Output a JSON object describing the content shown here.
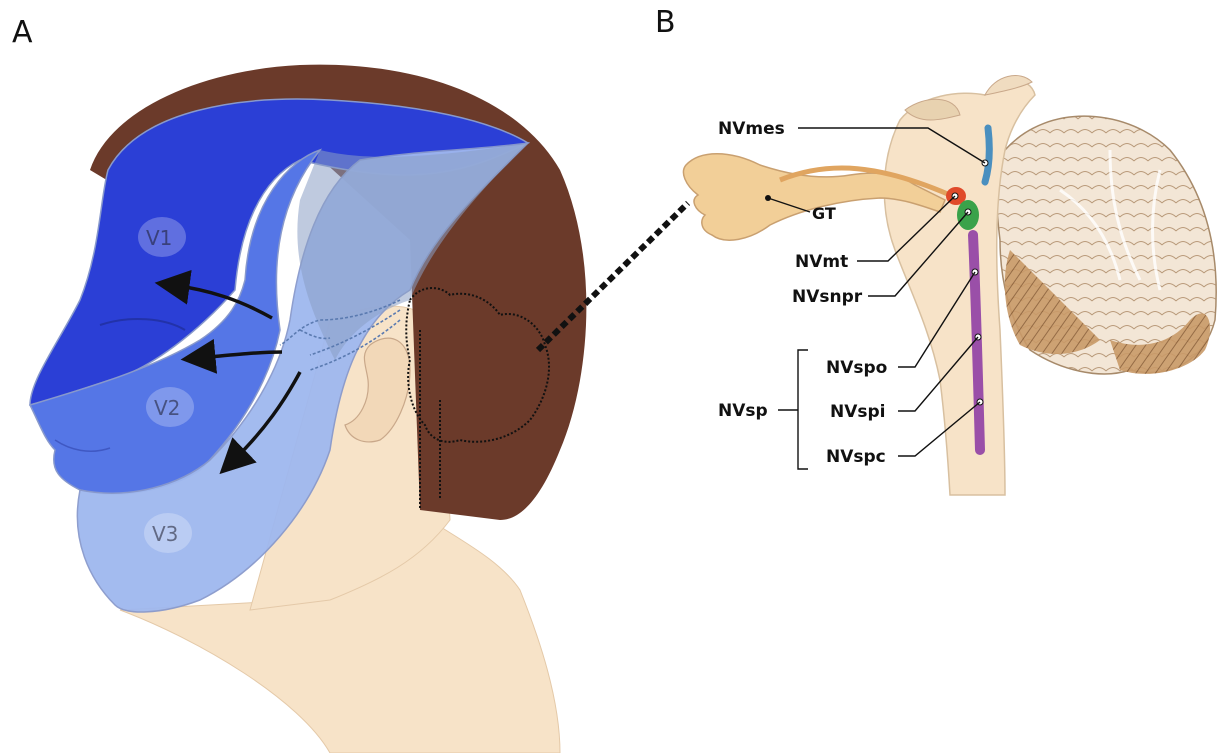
{
  "panels": {
    "a": "A",
    "b": "B"
  },
  "panel_a": {
    "zones": [
      "V1",
      "V2",
      "V3"
    ]
  },
  "panel_b": {
    "labels": {
      "mes": "NVmes",
      "gt": "GT",
      "mt": "NVmt",
      "snpr": "NVsnpr",
      "sp": "NVsp",
      "spo": "NVspo",
      "spi": "NVspi",
      "spc": "NVspc"
    }
  },
  "colors": {
    "v1": "#2b3fd6",
    "v2": "#5576e6",
    "v3": "#9fb8ef",
    "hair": "#6b3a2a",
    "skin": "#f7e3c8",
    "nucleus_mes": "#4a8fbf",
    "nucleus_mt": "#e04a2a",
    "nucleus_snpr": "#3aa24a",
    "nucleus_sp": "#9a4fa8"
  }
}
